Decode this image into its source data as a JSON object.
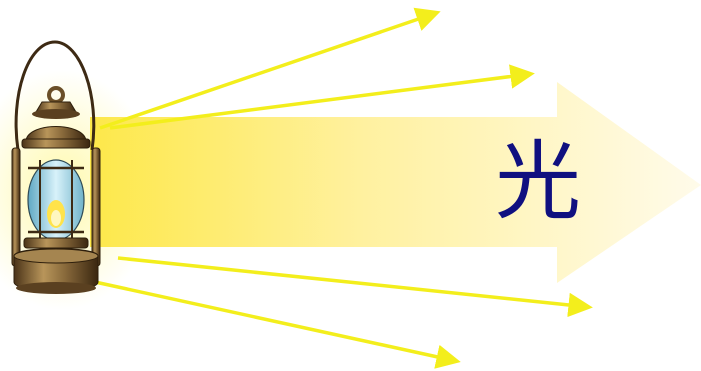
{
  "label": "光",
  "colors": {
    "background": "#ffffff",
    "beam_start": "#fde84a",
    "beam_end": "#fffbe8",
    "ray": "#f3ee1c",
    "label": "#101080",
    "lantern_brass": "#8a6b3c",
    "lantern_dark": "#3d2a14",
    "glass": "#9fd7e8",
    "glow": "#fff9a8"
  },
  "icons": [
    "lantern-icon",
    "beam-arrow",
    "light-ray"
  ]
}
